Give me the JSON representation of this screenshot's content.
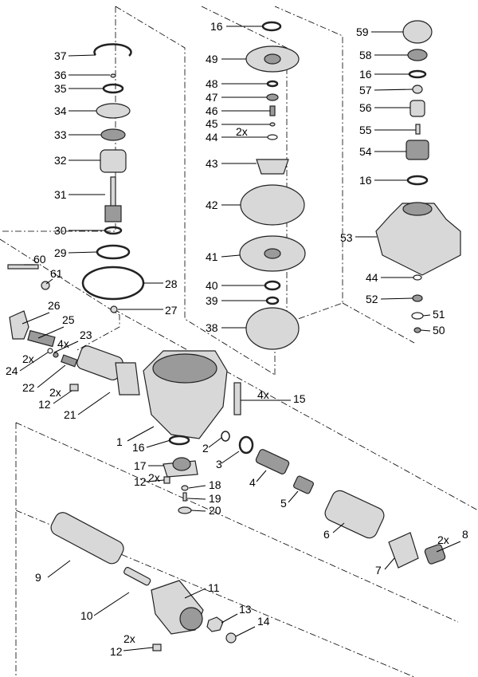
{
  "diagram": {
    "type": "exploded parts diagram",
    "callouts": [
      {
        "number": "37"
      },
      {
        "number": "36"
      },
      {
        "number": "35"
      },
      {
        "number": "34"
      },
      {
        "number": "33"
      },
      {
        "number": "32"
      },
      {
        "number": "31"
      },
      {
        "number": "30"
      },
      {
        "number": "29"
      },
      {
        "number": "28"
      },
      {
        "number": "27"
      },
      {
        "number": "26"
      },
      {
        "number": "25"
      },
      {
        "number": "23",
        "qty": "4x"
      },
      {
        "number": "24",
        "qty": "2x"
      },
      {
        "number": "22"
      },
      {
        "number": "12",
        "qty": "2x"
      },
      {
        "number": "21"
      },
      {
        "number": "60"
      },
      {
        "number": "61"
      },
      {
        "number": "16"
      },
      {
        "number": "49"
      },
      {
        "number": "48"
      },
      {
        "number": "47"
      },
      {
        "number": "46"
      },
      {
        "number": "45"
      },
      {
        "number": "44",
        "qty": "2x"
      },
      {
        "number": "43"
      },
      {
        "number": "42"
      },
      {
        "number": "41"
      },
      {
        "number": "40"
      },
      {
        "number": "39"
      },
      {
        "number": "38"
      },
      {
        "number": "59"
      },
      {
        "number": "58"
      },
      {
        "number": "16"
      },
      {
        "number": "57"
      },
      {
        "number": "56"
      },
      {
        "number": "55"
      },
      {
        "number": "54"
      },
      {
        "number": "16"
      },
      {
        "number": "53"
      },
      {
        "number": "44"
      },
      {
        "number": "52"
      },
      {
        "number": "51"
      },
      {
        "number": "50"
      },
      {
        "number": "15",
        "qty": "4x"
      },
      {
        "number": "1"
      },
      {
        "number": "16"
      },
      {
        "number": "2"
      },
      {
        "number": "3"
      },
      {
        "number": "17"
      },
      {
        "number": "12",
        "qty": "2x"
      },
      {
        "number": "18"
      },
      {
        "number": "19"
      },
      {
        "number": "20"
      },
      {
        "number": "4"
      },
      {
        "number": "5"
      },
      {
        "number": "6"
      },
      {
        "number": "7"
      },
      {
        "number": "8",
        "qty": "2x"
      },
      {
        "number": "9"
      },
      {
        "number": "10"
      },
      {
        "number": "11"
      },
      {
        "number": "13"
      },
      {
        "number": "14"
      },
      {
        "number": "12",
        "qty": "2x"
      }
    ]
  }
}
